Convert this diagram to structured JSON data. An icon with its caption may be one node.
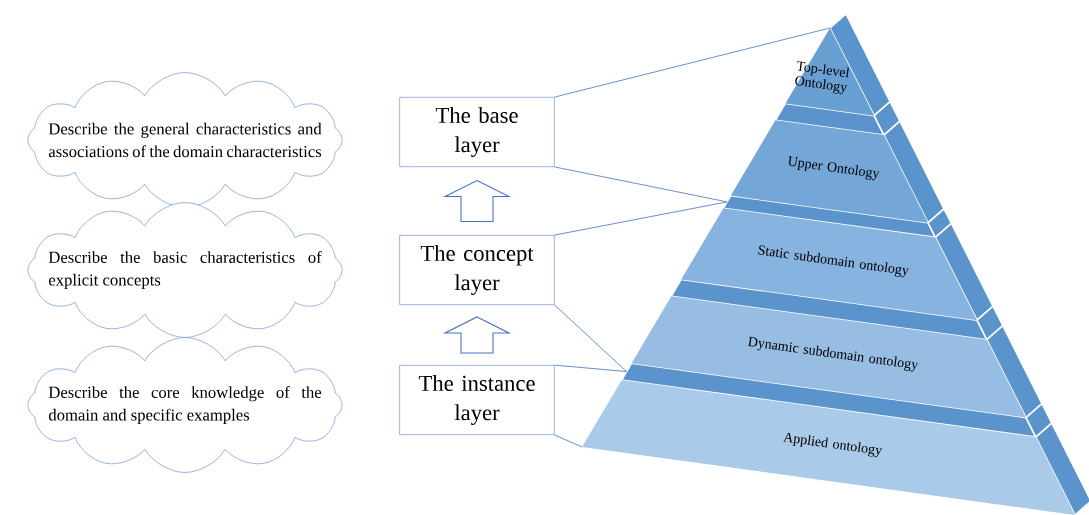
{
  "diagram": {
    "nodes": [
      {
        "text": [
          "Describe the general characteristics and associations of the domain characteristics"
        ]
      },
      {
        "text": [
          "Describe the basic characteristics of explicit concepts"
        ]
      },
      {
        "text": [
          "Describe the core knowledge of the domain and specific examples"
        ]
      },
      {
        "text": [
          "The base layer"
        ]
      },
      {
        "text": [
          "The concept layer"
        ]
      },
      {
        "text": [
          "The instance layer"
        ]
      },
      {
        "text": [
          "Top-level Ontology"
        ]
      },
      {
        "text": [
          "Upper Ontology"
        ]
      },
      {
        "text": [
          "Static subdomain ontology"
        ]
      },
      {
        "text": [
          "Dynamic subdomain ontology"
        ]
      },
      {
        "text": [
          "Applied ontology"
        ]
      }
    ],
    "edges": [
      {
        "from": 5,
        "to": 4,
        "arrow": "to"
      },
      {
        "from": 4,
        "to": 3,
        "arrow": "to"
      },
      {
        "from": 3,
        "to": 6,
        "arrow": "none"
      },
      {
        "from": 3,
        "to": 8,
        "arrow": "none"
      },
      {
        "from": 4,
        "to": 8,
        "arrow": "none"
      },
      {
        "from": 4,
        "to": 10,
        "arrow": "none"
      },
      {
        "from": 5,
        "to": 10,
        "arrow": "none"
      },
      {
        "from": 5,
        "to": 10,
        "arrow": "none"
      }
    ]
  }
}
